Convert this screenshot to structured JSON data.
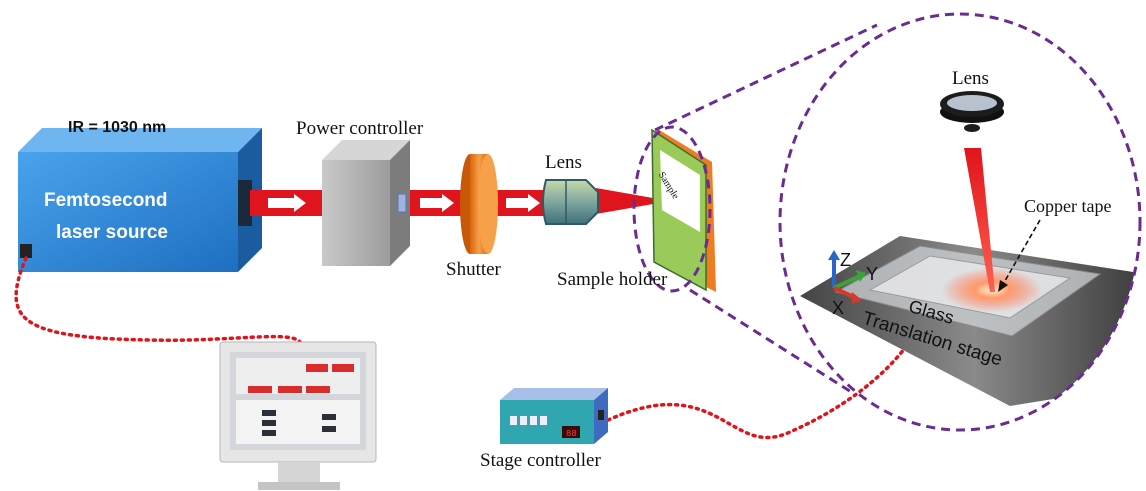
{
  "labels": {
    "wavelength": "IR = 1030 nm",
    "laser_line1": "Femtosecond",
    "laser_line2": "laser source",
    "power_controller": "Power controller",
    "shutter": "Shutter",
    "lens": "Lens",
    "sample": "Sample",
    "sample_holder": "Sample holder",
    "stage_controller": "Stage controller",
    "inset_lens": "Lens",
    "copper_tape": "Copper tape",
    "glass": "Glass",
    "translation_stage": "Translation stage",
    "axis_z": "Z",
    "axis_y": "Y",
    "axis_x": "X"
  },
  "colors": {
    "laser_beam": "#e0141c",
    "laser_box": "#2e86d6",
    "inset_outline": "#6b2c91",
    "cable": "#e0141c",
    "shutter": "#f07d19",
    "holder_frame": "#9acb5a",
    "holder_edge": "#ef7b22"
  },
  "icons": [
    "laser-source-icon",
    "power-controller-icon",
    "shutter-icon",
    "lens-icon",
    "sample-holder-icon",
    "computer-monitor-icon",
    "stage-controller-icon",
    "translation-stage-icon",
    "axis-triad-icon"
  ]
}
